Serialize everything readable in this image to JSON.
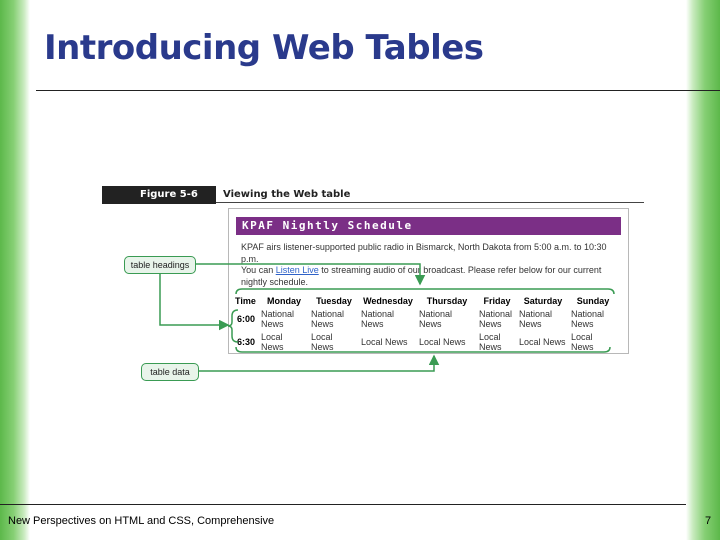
{
  "slide": {
    "title": "Introducing Web Tables",
    "footer": "New Perspectives on HTML and CSS, Comprehensive",
    "page_number": "7"
  },
  "figure": {
    "label": "Figure 5-6",
    "caption": "Viewing the Web table",
    "callouts": {
      "headings": "table headings",
      "data": "table data"
    }
  },
  "webpage": {
    "banner": "KPAF Nightly Schedule",
    "intro_line1": "KPAF airs listener-supported public radio in Bismarck, North Dakota from 5:00 a.m. to 10:30 p.m.",
    "intro_pre": "You can ",
    "intro_link": "Listen Live",
    "intro_post": " to streaming audio of our broadcast. Please refer below for our current nightly schedule.",
    "table": {
      "headers": [
        "Time",
        "Monday",
        "Tuesday",
        "Wednesday",
        "Thursday",
        "Friday",
        "Saturday",
        "Sunday"
      ],
      "rows": [
        [
          "6:00",
          "National News",
          "National News",
          "National News",
          "National News",
          "National News",
          "National News",
          "National News"
        ],
        [
          "6:30",
          "Local News",
          "Local News",
          "Local News",
          "Local News",
          "Local News",
          "Local News",
          "Local News"
        ]
      ]
    }
  },
  "colors": {
    "title": "#2a3a8c",
    "banner": "#7b2f86",
    "callout_stroke": "#3a9b53",
    "edge_green": "#5cb84a"
  }
}
